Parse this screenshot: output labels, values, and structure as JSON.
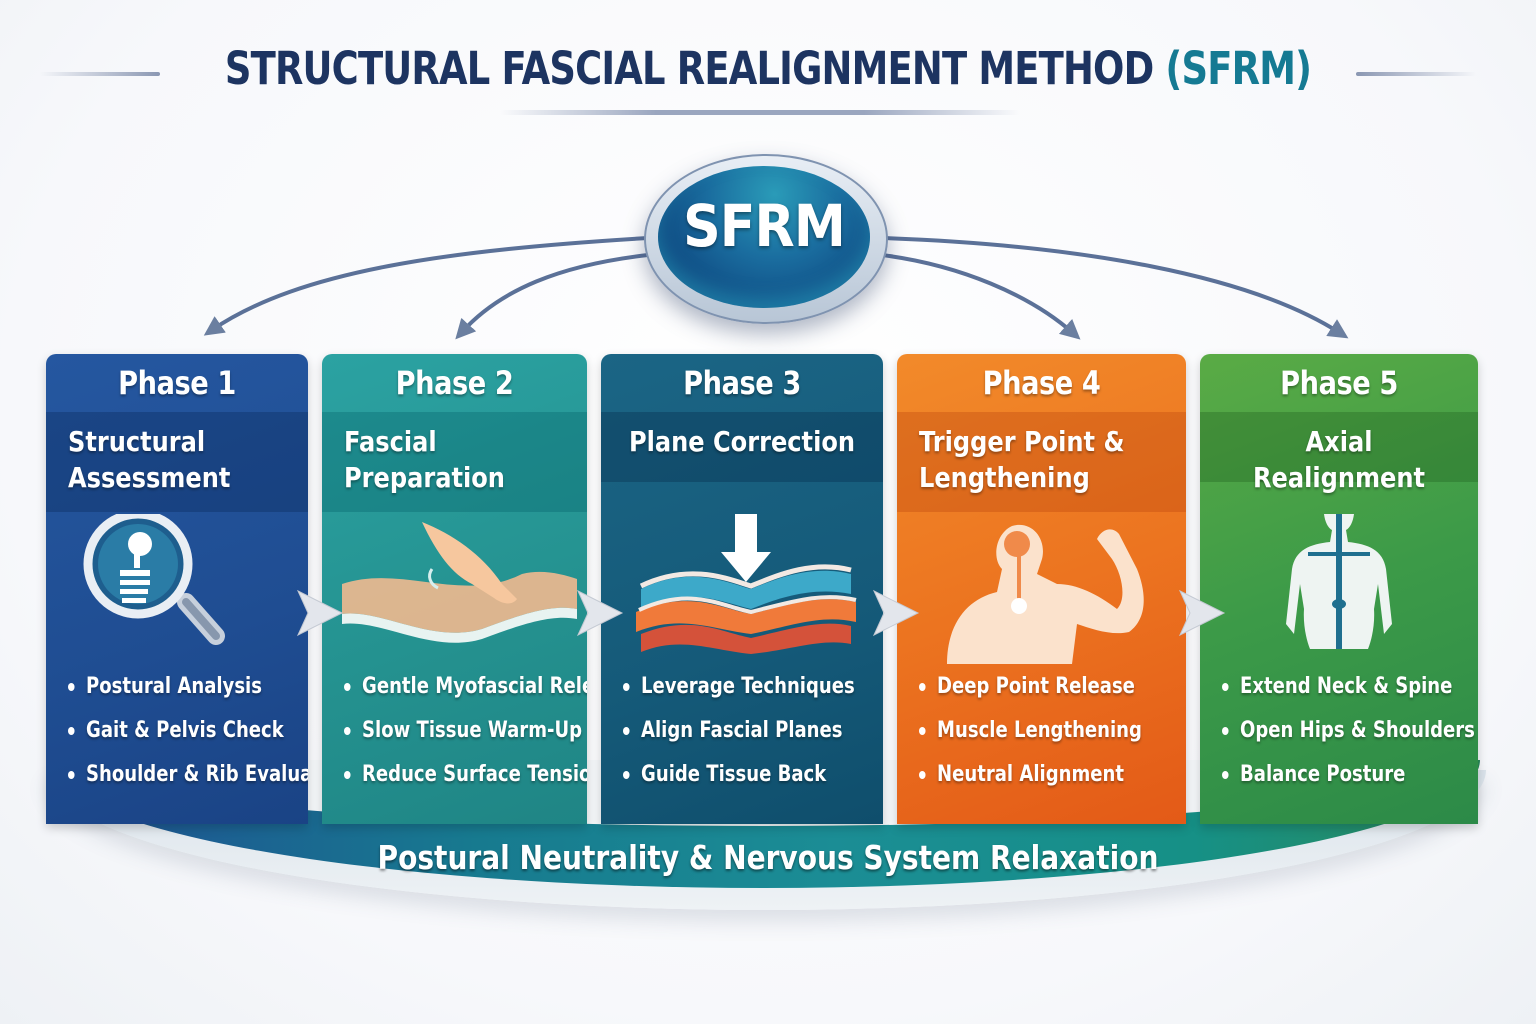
{
  "header": {
    "title_main": "STRUCTURAL FASCIAL REALIGNMENT METHOD ",
    "title_acronym": "(SFRM)"
  },
  "hub": {
    "label": "SFRM"
  },
  "phases": [
    {
      "title": "Phase 1",
      "subtitle": "Structural\nAssessment",
      "icon": "magnifier-skeleton-icon",
      "items": [
        "Postural Analysis",
        "Gait & Pelvis Check",
        "Shoulder & Rib Evaluation"
      ],
      "color": "#2256a0"
    },
    {
      "title": "Phase 2",
      "subtitle": "Fascial\nPreparation",
      "icon": "hand-on-tissue-icon",
      "items": [
        "Gentle Myofascial Release",
        "Slow Tissue Warm-Up",
        "Reduce Surface Tension"
      ],
      "color": "#27999a"
    },
    {
      "title": "Phase 3",
      "subtitle": "Plane Correction",
      "icon": "tissue-layers-arrow-icon",
      "items": [
        "Leverage Techniques",
        "Align Fascial Planes",
        "Guide Tissue Back"
      ],
      "color": "#165c7b"
    },
    {
      "title": "Phase 4",
      "subtitle": "Trigger Point &\nLengthening",
      "icon": "flexing-torso-icon",
      "items": [
        "Deep Point Release",
        "Muscle Lengthening",
        "Neutral Alignment"
      ],
      "color": "#ee7420"
    },
    {
      "title": "Phase 5",
      "subtitle": "Axial Realignment",
      "icon": "body-spine-axis-icon",
      "items": [
        "Extend Neck & Spine",
        "Open Hips & Shoulders",
        "Balance Posture"
      ],
      "color": "#3c9a48"
    }
  ],
  "footer": {
    "label": "Postural Neutrality & Nervous System Relaxation"
  }
}
